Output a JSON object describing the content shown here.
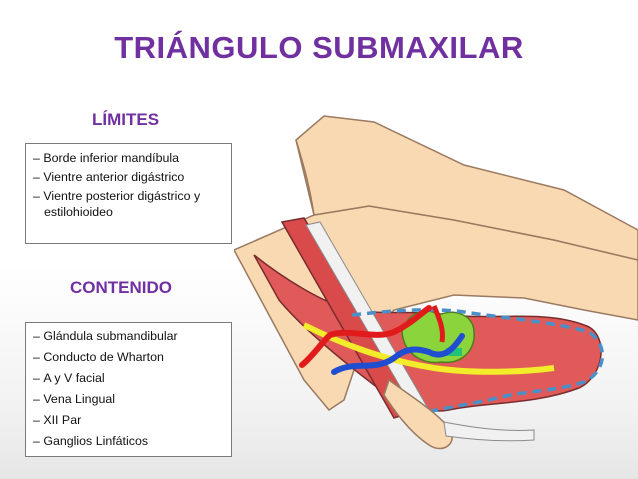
{
  "slide": {
    "title": "TRIÁNGULO SUBMAXILAR"
  },
  "limites": {
    "heading": "LÍMITES",
    "items": [
      "Borde inferior mandíbula",
      "Vientre anterior digástrico",
      "Vientre posterior digástrico y estilohioideo"
    ]
  },
  "contenido": {
    "heading": "CONTENIDO",
    "items": [
      "Glándula submandibular",
      "Conducto de Wharton",
      "A y V facial",
      "Vena Lingual",
      "XII Par",
      "Ganglios Linfáticos"
    ]
  },
  "colors": {
    "title": "#7030a0",
    "skin": "#f8d9b2",
    "muscle": "#e05a5a",
    "artery": "#e11b1b",
    "vein": "#1f4fd0",
    "gland": "#8cd43c",
    "nerve": "#f2ec2a",
    "outline_dashed": "#4a90c8"
  },
  "illustration": {
    "name": "submandibular-triangle-anatomy"
  }
}
